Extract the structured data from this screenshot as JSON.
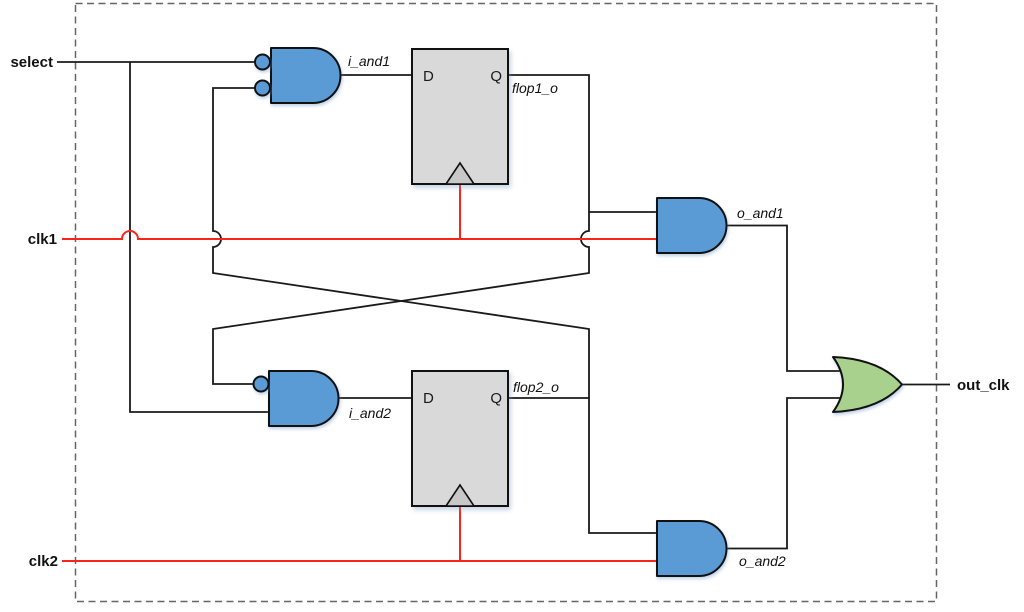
{
  "colors": {
    "and_gate_fill": "#5b9bd5",
    "or_gate_fill": "#a9d18e",
    "flop_fill": "#d9d9d9",
    "flop_clock_fill": "#c8c8c8",
    "signal_wire": "#1a1a1a",
    "clock_wire": "#fa251a",
    "boundary": "#666666"
  },
  "ports": {
    "select": {
      "label": "select",
      "direction": "input"
    },
    "clk1": {
      "label": "clk1",
      "direction": "input"
    },
    "clk2": {
      "label": "clk2",
      "direction": "input"
    },
    "out_clk": {
      "label": "out_clk",
      "direction": "output"
    }
  },
  "gates": {
    "i_and1": {
      "label": "i_and1",
      "type": "AND",
      "inverted_inputs": [
        "select",
        "flop2_o"
      ]
    },
    "i_and2": {
      "label": "i_and2",
      "type": "AND",
      "inverted_inputs": [
        "flop1_o"
      ],
      "inputs": [
        "select"
      ]
    },
    "o_and1": {
      "label": "o_and1",
      "type": "AND",
      "inputs": [
        "flop1_o",
        "clk1"
      ]
    },
    "o_and2": {
      "label": "o_and2",
      "type": "AND",
      "inputs": [
        "flop2_o",
        "clk2"
      ]
    },
    "out_or": {
      "type": "OR",
      "inputs": [
        "o_and1",
        "o_and2"
      ],
      "output": "out_clk"
    }
  },
  "flops": {
    "flop1": {
      "d_pin": "D",
      "q_pin": "Q",
      "output_label": "flop1_o",
      "clock": "clk1"
    },
    "flop2": {
      "d_pin": "D",
      "q_pin": "Q",
      "output_label": "flop2_o",
      "clock": "clk2"
    }
  }
}
